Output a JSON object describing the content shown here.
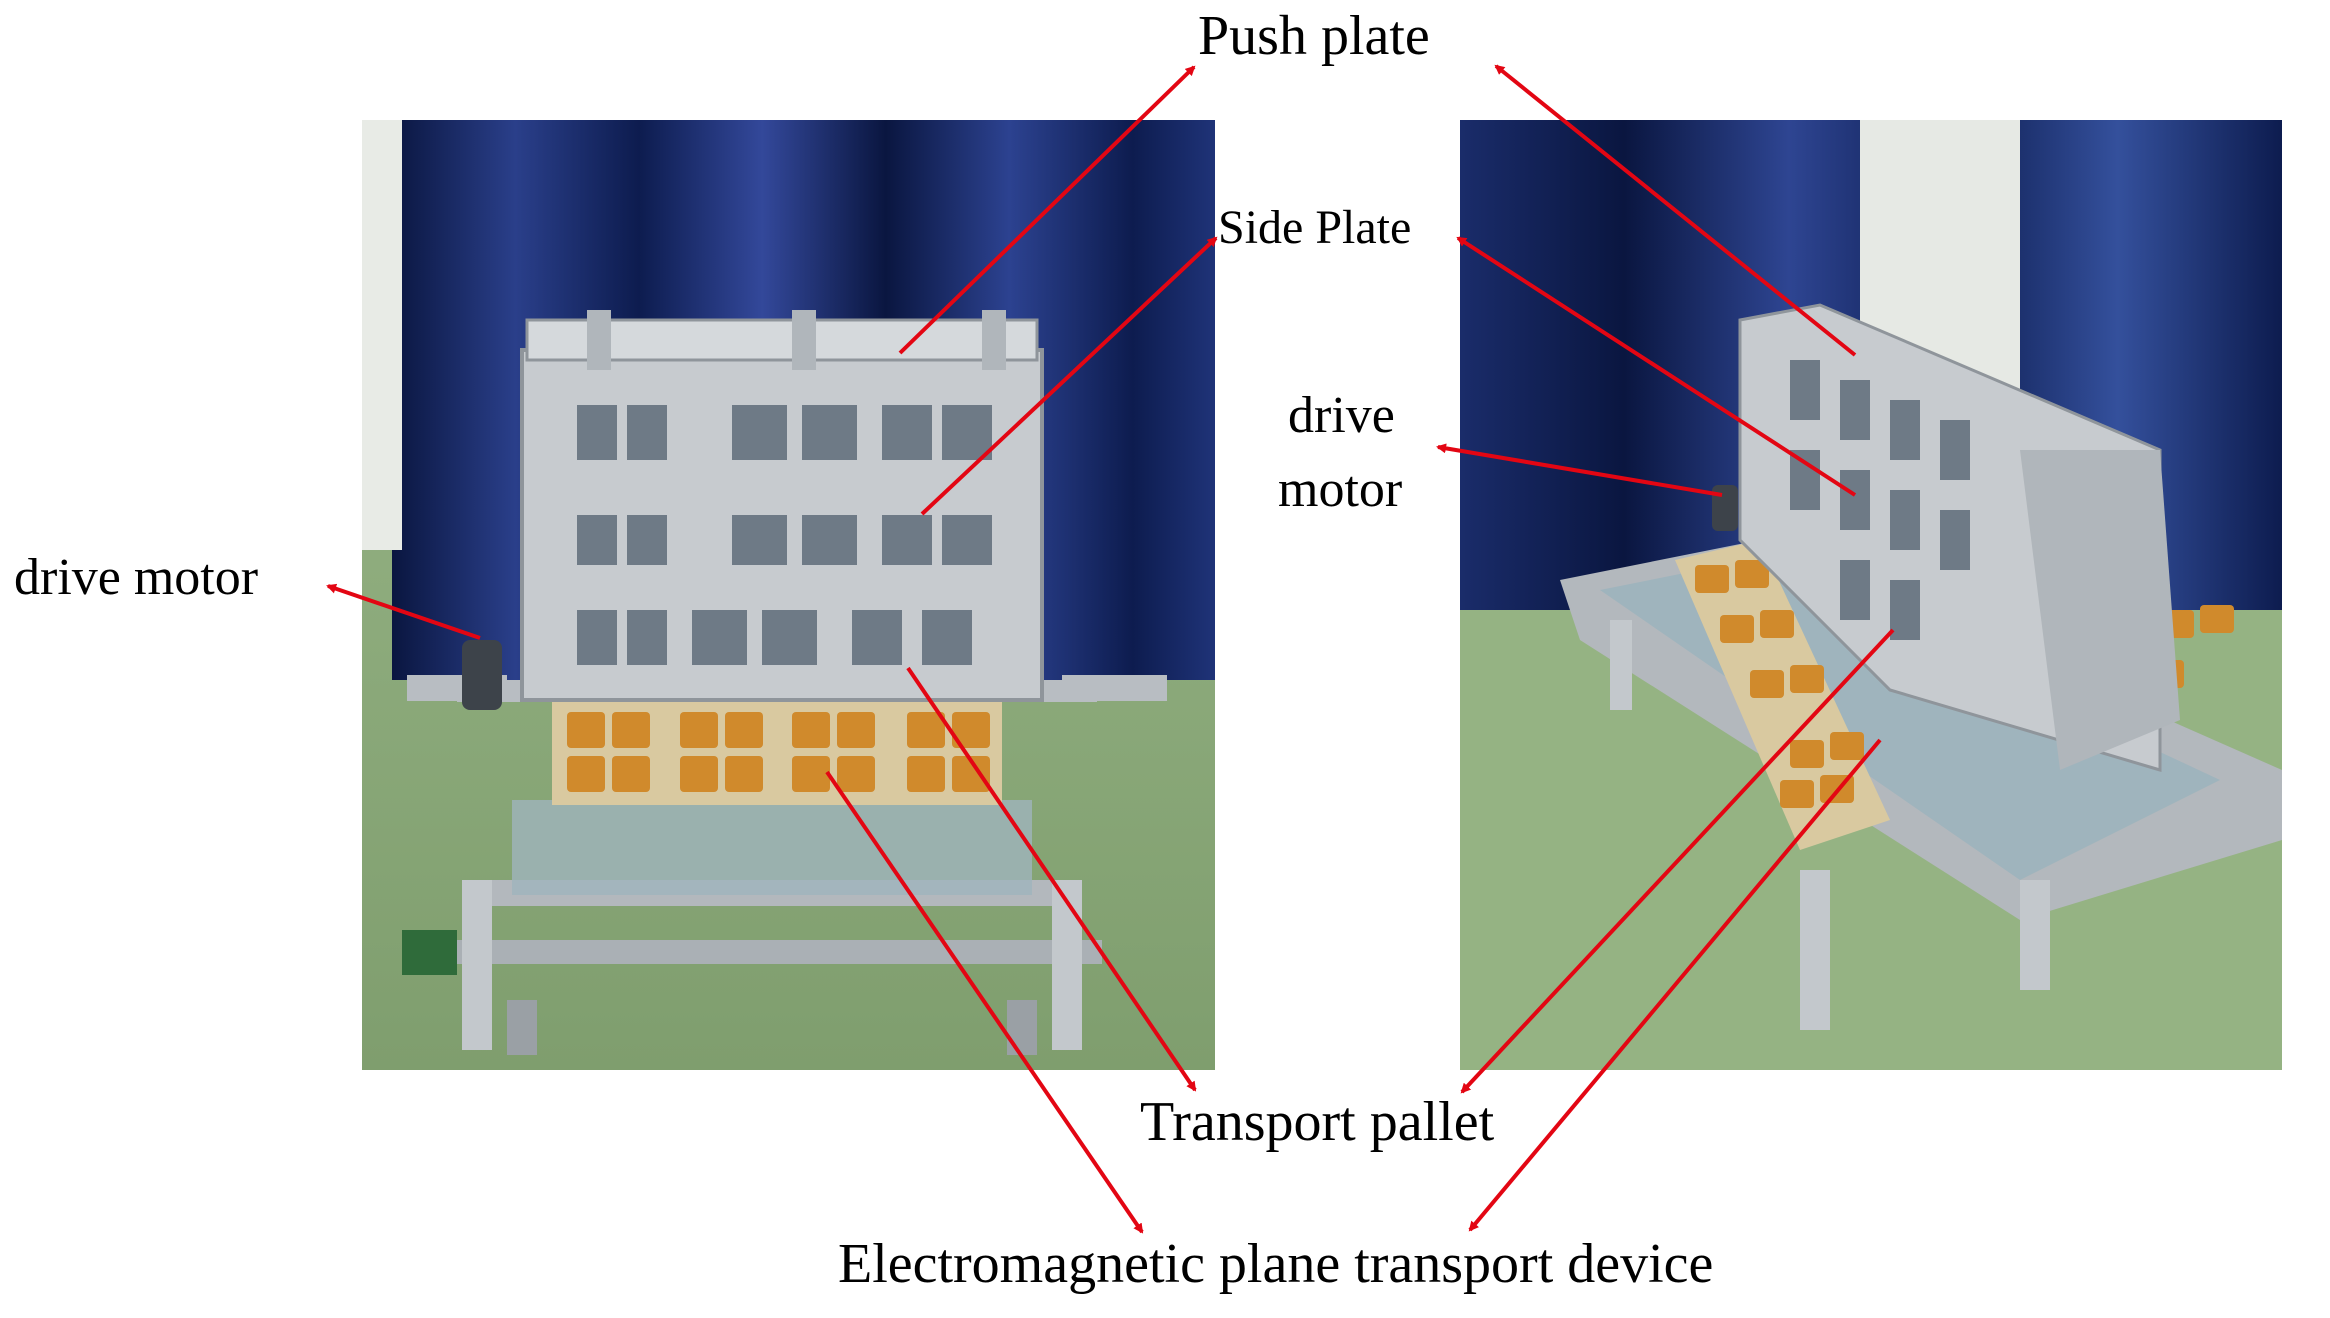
{
  "labels": {
    "push_plate": "Push plate",
    "side_plate": "Side Plate",
    "drive_motor_left": "drive motor",
    "drive_motor_right_line1": "drive",
    "drive_motor_right_line2": "motor",
    "transport_pallet": "Transport pallet",
    "electromagnetic_device": "Electromagnetic plane transport device"
  },
  "colors": {
    "arrow": "#e30613",
    "curtain": "#0d1c4f",
    "curtain_highlight": "#3a4f9a",
    "floor": "#8fae7c",
    "aluminum": "#c7cbcf",
    "aluminum_dark": "#8f959b",
    "battery": "#d08a2c",
    "pallet": "#d9c9a0"
  },
  "photos": {
    "left_icon": "device-front-photo",
    "right_icon": "device-perspective-photo"
  }
}
